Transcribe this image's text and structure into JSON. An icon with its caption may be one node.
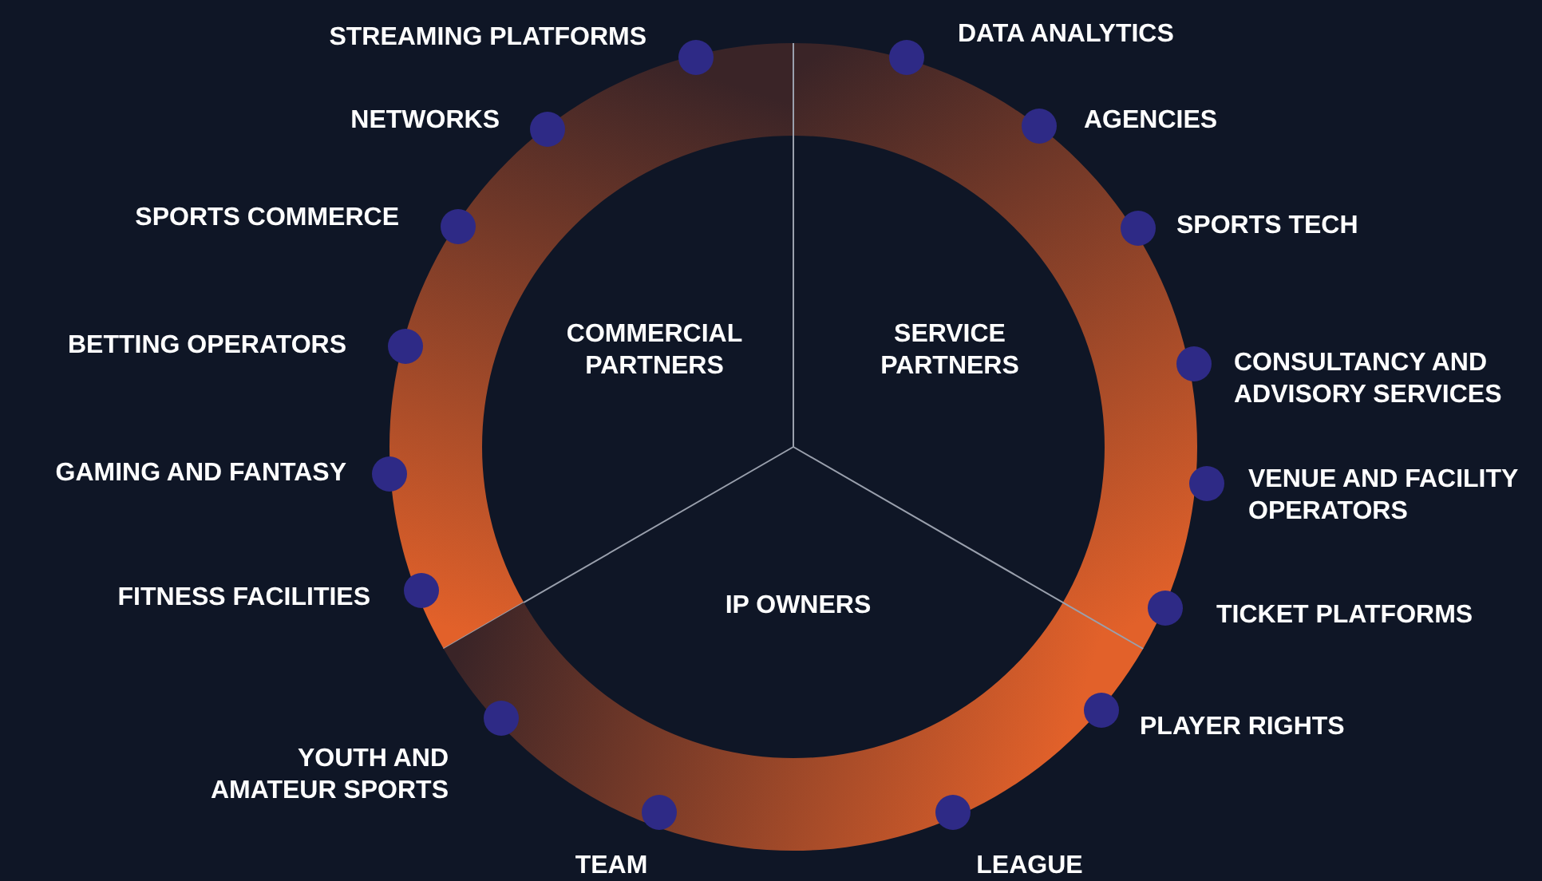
{
  "diagram": {
    "nodes": [
      {
        "text": [
          "COMMERCIAL PARTNERS"
        ]
      },
      {
        "text": [
          "SERVICE PARTNERS"
        ]
      },
      {
        "text": [
          "IP OWNERS"
        ]
      },
      {
        "text": [
          "STREAMING PLATFORMS"
        ]
      },
      {
        "text": [
          "NETWORKS"
        ]
      },
      {
        "text": [
          "SPORTS COMMERCE"
        ]
      },
      {
        "text": [
          "BETTING OPERATORS"
        ]
      },
      {
        "text": [
          "GAMING AND FANTASY"
        ]
      },
      {
        "text": [
          "FITNESS FACILITIES"
        ]
      },
      {
        "text": [
          "DATA ANALYTICS"
        ]
      },
      {
        "text": [
          "AGENCIES"
        ]
      },
      {
        "text": [
          "SPORTS TECH"
        ]
      },
      {
        "text": [
          "CONSULTANCY AND ADVISORY SERVICES"
        ]
      },
      {
        "text": [
          "VENUE AND FACILITY OPERATORS"
        ]
      },
      {
        "text": [
          "TICKET PLATFORMS"
        ]
      },
      {
        "text": [
          "PLAYER RIGHTS"
        ]
      },
      {
        "text": [
          "LEAGUE"
        ]
      },
      {
        "text": [
          "TEAM"
        ]
      },
      {
        "text": [
          "YOUTH AND AMATEUR SPORTS"
        ]
      }
    ]
  }
}
